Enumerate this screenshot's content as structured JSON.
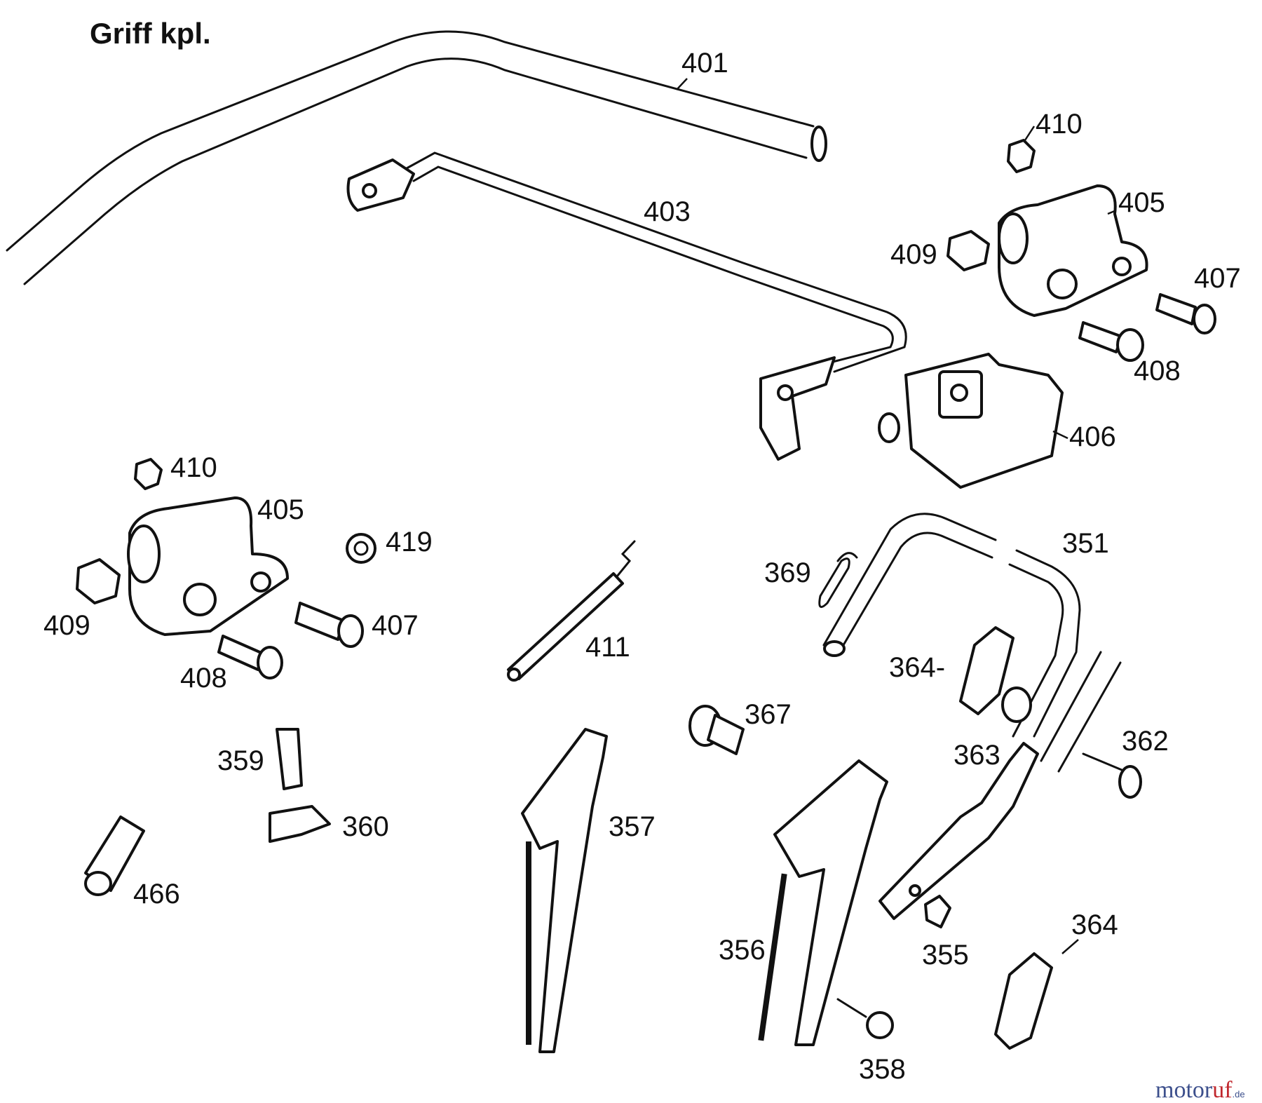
{
  "title": "Griff kpl.",
  "watermark": {
    "brand_a": "motor",
    "brand_b": "uf",
    "suffix": ".de"
  },
  "callouts": {
    "p401": "401",
    "p403": "403",
    "p410a": "410",
    "p405a": "405",
    "p409a": "409",
    "p407a": "407",
    "p408a": "408",
    "p406": "406",
    "p410b": "410",
    "p405b": "405",
    "p419": "419",
    "p409b": "409",
    "p407b": "407",
    "p408b": "408",
    "p411": "411",
    "p369": "369",
    "p351": "351",
    "p364a": "364-",
    "p367": "367",
    "p363": "363",
    "p362": "362",
    "p359": "359",
    "p360": "360",
    "p466": "466",
    "p357": "357",
    "p356": "356",
    "p355": "355",
    "p364b": "364",
    "p358": "358"
  }
}
